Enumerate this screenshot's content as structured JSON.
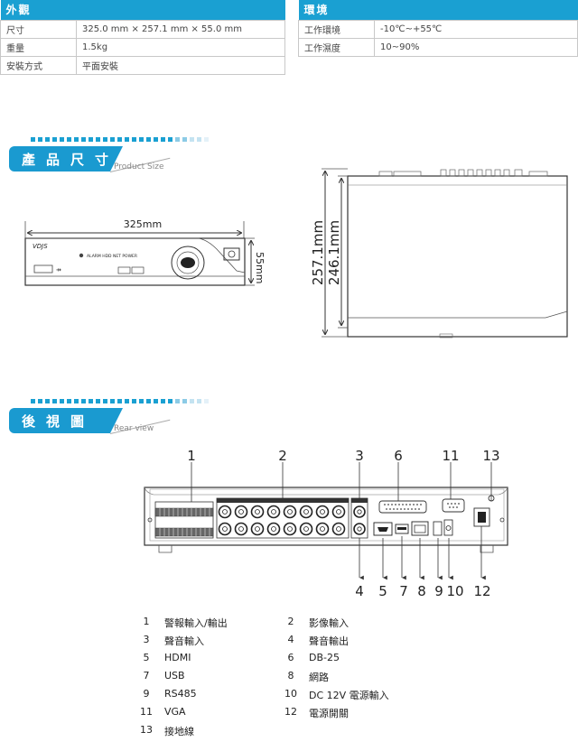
{
  "spec_left": {
    "header": "外觀",
    "rows": [
      {
        "key": "尺寸",
        "value": "325.0 mm × 257.1 mm × 55.0 mm"
      },
      {
        "key": "重量",
        "value": "1.5kg"
      },
      {
        "key": "安裝方式",
        "value": "平面安裝"
      }
    ]
  },
  "spec_right": {
    "header": "環境",
    "rows": [
      {
        "key": "工作環境",
        "value": "-10℃~+55℃"
      },
      {
        "key": "工作濕度",
        "value": "10~90%"
      }
    ]
  },
  "section_size": {
    "title": "產品尺寸",
    "subtitle": "Product Size"
  },
  "section_rear": {
    "title": "後視圖",
    "subtitle": "Rear view"
  },
  "front": {
    "width_label": "325mm",
    "height_label": "55mm",
    "logo": "VDJS",
    "indicators": "ALARM  HDD  NET  POWER"
  },
  "top": {
    "depth_outer": "257.1mm",
    "depth_inner": "246.1mm"
  },
  "rear_callouts_top": [
    "1",
    "2",
    "3",
    "6",
    "11",
    "13"
  ],
  "rear_callouts_bottom": [
    "4",
    "5",
    "7",
    "8",
    "9",
    "10",
    "12"
  ],
  "legend": [
    {
      "num": "1",
      "label": "警報輸入/輸出"
    },
    {
      "num": "2",
      "label": "影像輸入"
    },
    {
      "num": "3",
      "label": "聲音輸入"
    },
    {
      "num": "4",
      "label": "聲音輸出"
    },
    {
      "num": "5",
      "label": "HDMI"
    },
    {
      "num": "6",
      "label": "DB-25"
    },
    {
      "num": "7",
      "label": "USB"
    },
    {
      "num": "8",
      "label": "網路"
    },
    {
      "num": "9",
      "label": "RS485"
    },
    {
      "num": "10",
      "label": "DC 12V  電源輸入"
    },
    {
      "num": "11",
      "label": "VGA"
    },
    {
      "num": "12",
      "label": "電源開關"
    },
    {
      "num": "13",
      "label": "接地線"
    }
  ]
}
